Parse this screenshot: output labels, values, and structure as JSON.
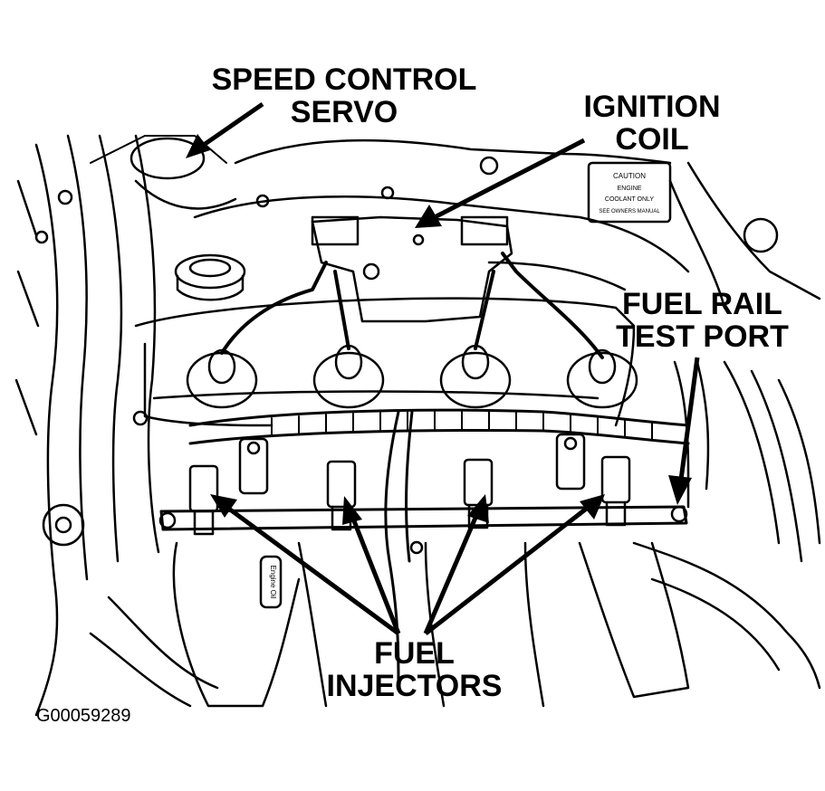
{
  "labels": {
    "speed_control_servo": [
      "SPEED CONTROL",
      "SERVO"
    ],
    "ignition_coil": [
      "IGNITION",
      "COIL"
    ],
    "fuel_rail_test_port": [
      "FUEL RAIL",
      "TEST PORT"
    ],
    "fuel_injectors": [
      "FUEL",
      "INJECTORS"
    ]
  },
  "figure_id": "G00059289",
  "decal_lines": [
    "CAUTION",
    "ENGINE",
    "COOLANT ONLY",
    "SEE OWNERS MANUAL"
  ],
  "cap_text": "Engine Oil",
  "colors": {
    "ink": "#000000",
    "paper": "#ffffff"
  }
}
